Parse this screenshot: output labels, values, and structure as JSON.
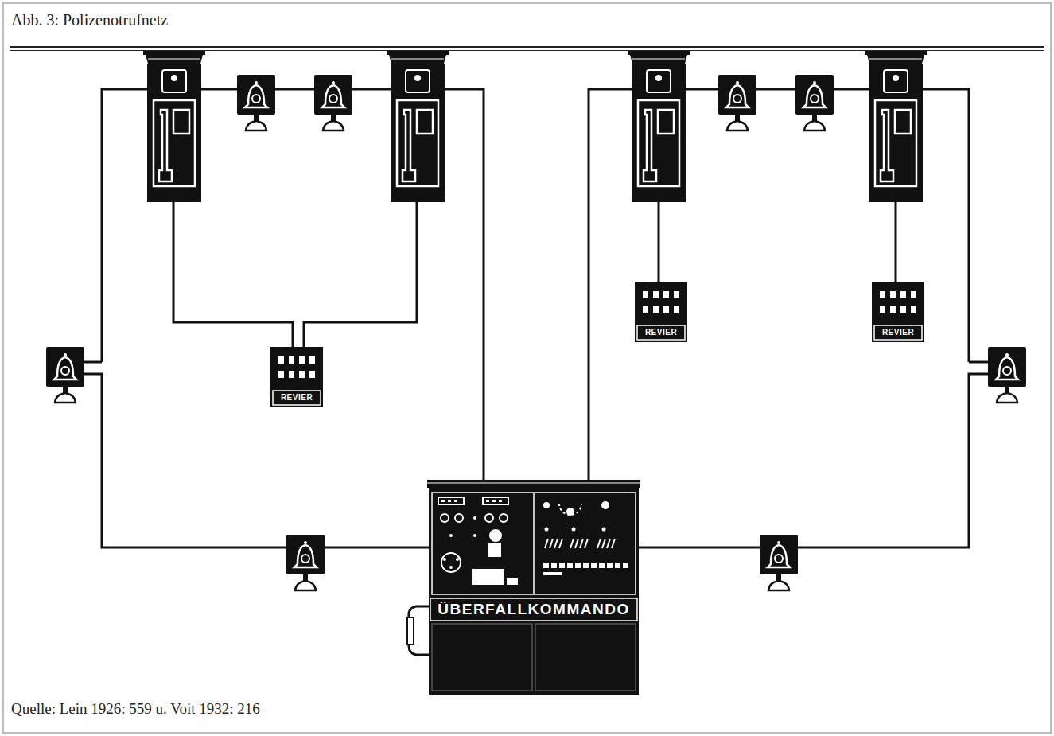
{
  "diagram": {
    "title": "Abb. 3: Polizenotrufnetz",
    "caption": "Quelle: Lein 1926: 559 u. Voit 1932: 216",
    "nodes": [
      {
        "text": [
          "REVIER"
        ]
      },
      {
        "text": [
          "REVIER"
        ]
      },
      {
        "text": [
          "REVIER"
        ]
      },
      {
        "text": [
          "ÜBERFALLKOMMANDO"
        ]
      }
    ]
  }
}
